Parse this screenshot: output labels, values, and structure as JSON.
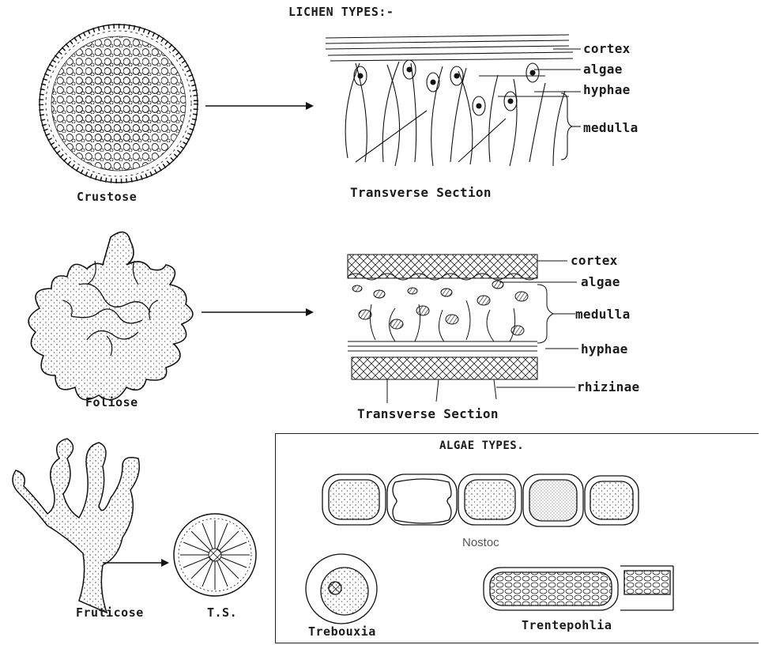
{
  "title": "LICHEN TYPES:-",
  "lichens": {
    "crustose": {
      "label": "Crustose",
      "section_label": "Transverse Section",
      "parts": [
        "cortex",
        "algae",
        "hyphae",
        "medulla"
      ]
    },
    "foliose": {
      "label": "Foliose",
      "section_label": "Transverse Section",
      "parts": [
        "cortex",
        "algae",
        "medulla",
        "hyphae",
        "rhizinae"
      ]
    },
    "fruticose": {
      "label": "Fruticose",
      "section_label": "T.S."
    }
  },
  "algae_box": {
    "title": "ALGAE TYPES.",
    "types": [
      "Nostoc",
      "Trebouxia",
      "Trentepohlia"
    ]
  }
}
